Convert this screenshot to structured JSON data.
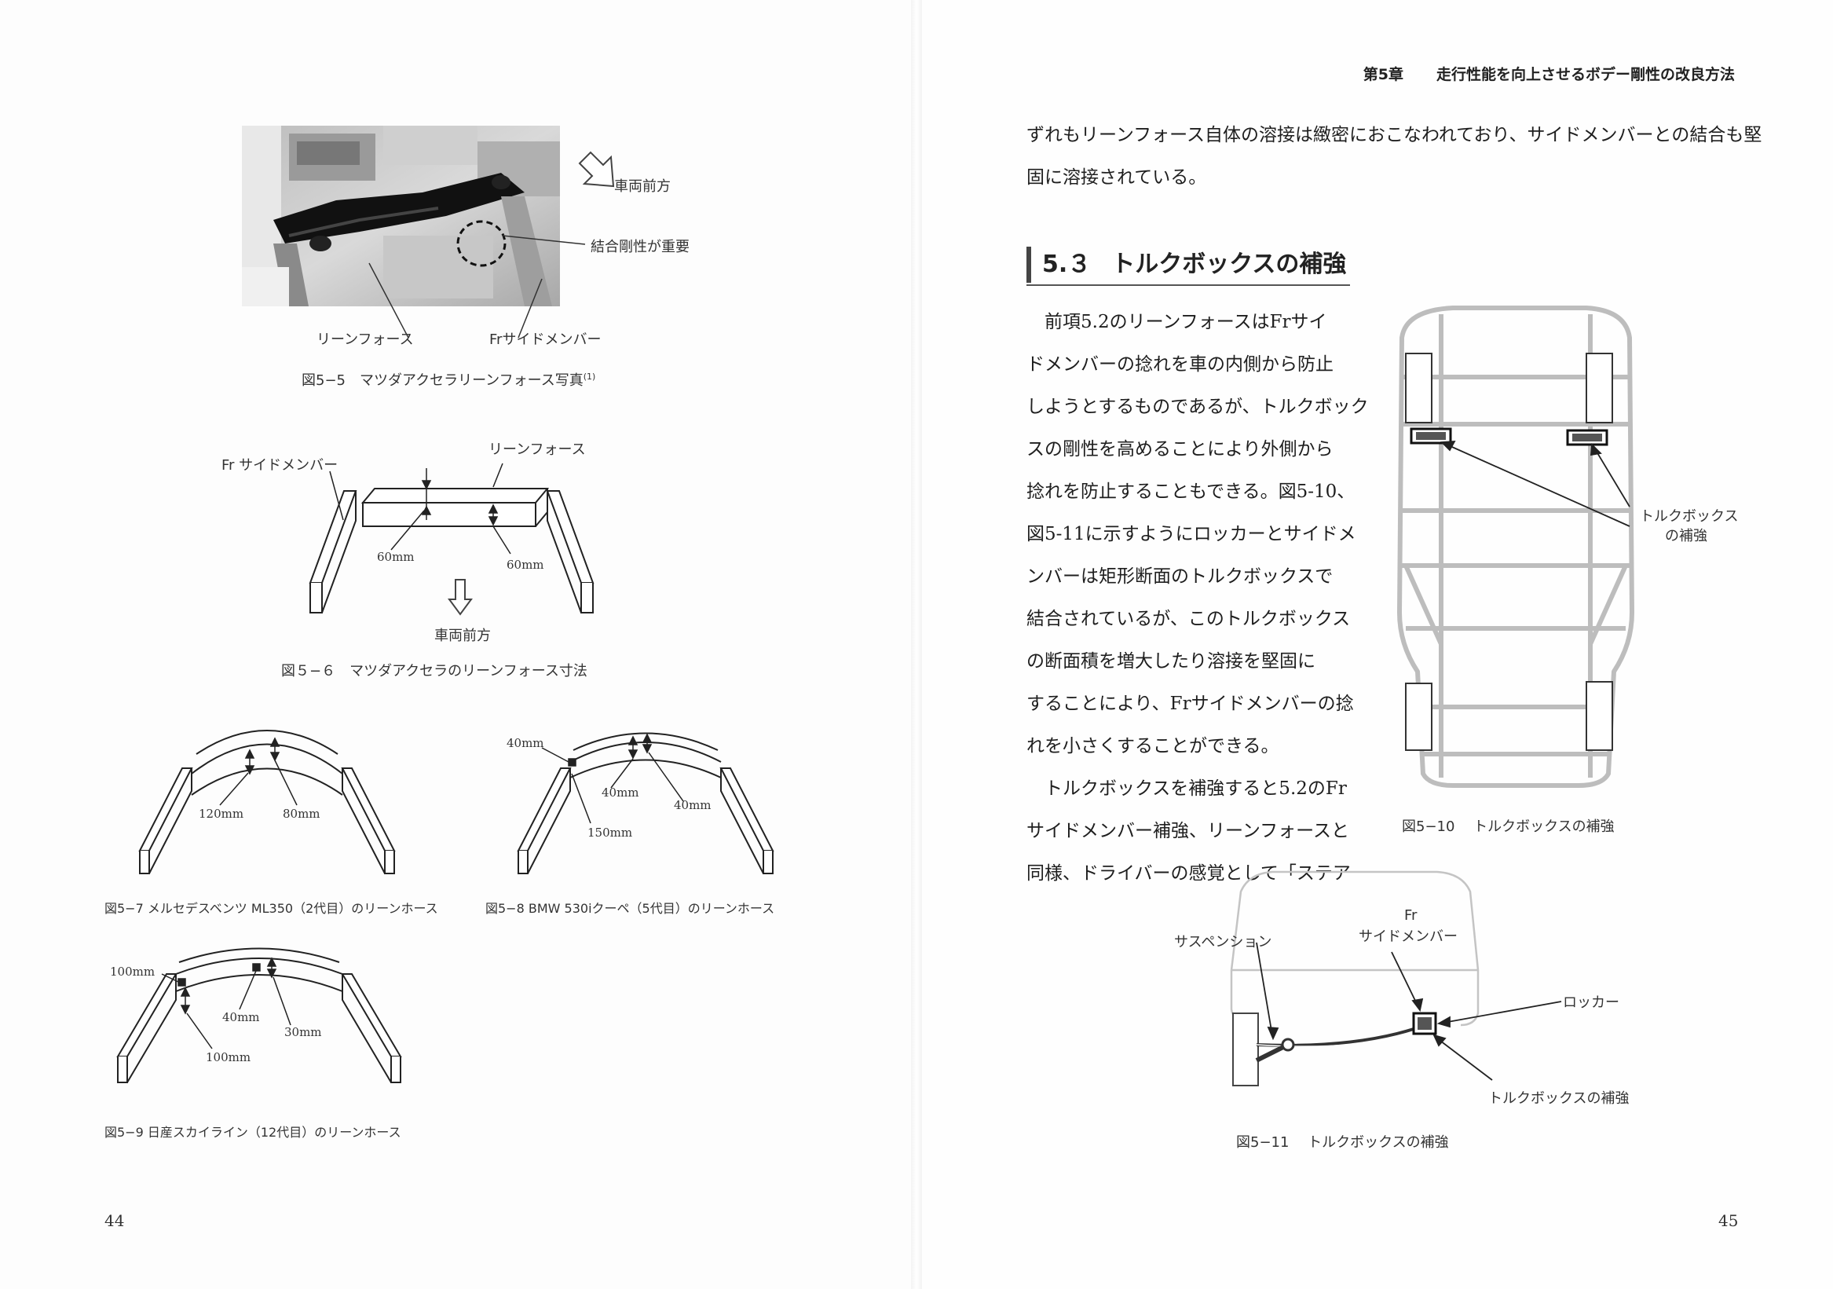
{
  "header": {
    "chapter": "第5章",
    "chapter_title": "走行性能を向上させるボデー剛性の改良方法"
  },
  "left_page": {
    "page_number": "44",
    "fig5_5": {
      "label_forward": "車両前方",
      "label_joint": "結合剛性が重要",
      "label_reinforce": "リーンフォース",
      "label_member": "Frサイドメンバー",
      "caption": "図5−5　マツダアクセラリーンフォース写真",
      "caption_sup": "(1)"
    },
    "fig5_6": {
      "label_member": "Fr サイドメンバー",
      "label_reinforce": "リーンフォース",
      "dim_left": "60mm",
      "dim_right": "60mm",
      "label_forward": "車両前方",
      "caption": "図５−６　マツダアクセラのリーンフォース寸法"
    },
    "fig5_7": {
      "dim_a": "120mm",
      "dim_b": "80mm",
      "caption": "図5−7  メルセデスベンツ  ML350（2代目）のリーンホース"
    },
    "fig5_8": {
      "dim_a": "40mm",
      "dim_b": "40mm",
      "dim_c": "40mm",
      "dim_d": "150mm",
      "caption": "図5−8  BMW  530iクーペ（5代目）のリーンホース"
    },
    "fig5_9": {
      "dim_a": "100mm",
      "dim_b": "40mm",
      "dim_c": "30mm",
      "dim_d": "100mm",
      "caption": "図5−9  日産スカイライン（12代目）のリーンホース"
    }
  },
  "right_page": {
    "page_number": "45",
    "intro_lines": [
      "ずれもリーンフォース自体の溶接は緻密におこなわれており、サイドメンバーとの結合も堅",
      "固に溶接されている。"
    ],
    "section": {
      "number": "5.３",
      "title": "トルクボックスの補強"
    },
    "paragraph_lines": [
      "　前項5.2のリーンフォースはFrサイ",
      "ドメンバーの捻れを車の内側から防止",
      "しようとするものであるが、トルクボック",
      "スの剛性を高めることにより外側から",
      "捻れを防止することもできる。図5-10、",
      "図5-11に示すようにロッカーとサイドメ",
      "ンバーは矩形断面のトルクボックスで",
      "結合されているが、このトルクボックス",
      "の断面積を増大したり溶接を堅固に",
      "することにより、Frサイドメンバーの捻",
      "れを小さくすることができる。",
      "　トルクボックスを補強すると5.2のFr",
      "サイドメンバー補強、リーンフォースと",
      "同様、ドライバーの感覚として「ステア"
    ],
    "fig5_10": {
      "label_line1": "トルクボックス",
      "label_line2": "の補強",
      "caption": "図5−10　 トルクボックスの補強"
    },
    "fig5_11": {
      "label_fr": "Fr",
      "label_member": "サイドメンバー",
      "label_suspension": "サスペンション",
      "label_rocker": "ロッカー",
      "label_torquebox": "トルクボックスの補強",
      "caption": "図5−11　 トルクボックスの補強"
    }
  }
}
